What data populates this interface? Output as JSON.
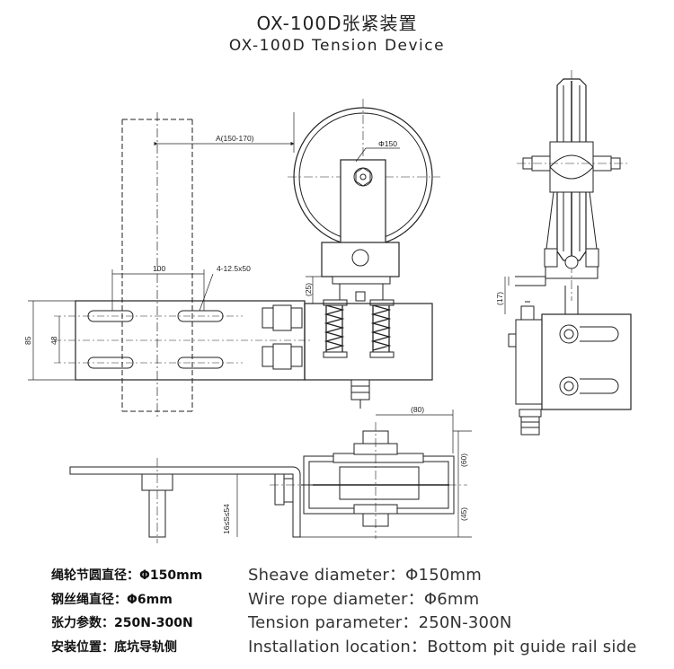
{
  "title": {
    "cn": "OX-100D张紧装置",
    "en": "OX-100D Tension Device"
  },
  "dimensions": {
    "a_range": "A(150-170)",
    "sheave_dia": "Φ150",
    "slot": "4-12.5x50",
    "hundred": "100",
    "h25": "(25)",
    "h85": "85",
    "h48": "48",
    "h17": "(17)",
    "w80": "(80)",
    "h60": "(60)",
    "h45": "(45)",
    "s_range": "16≤S≤54"
  },
  "specs": [
    {
      "cn": "绳轮节圆直径：Φ150mm",
      "en": "Sheave diameter：Φ150mm"
    },
    {
      "cn": "钢丝绳直径：Φ6mm",
      "en": "Wire rope diameter：Φ6mm"
    },
    {
      "cn": "张力参数：250N-300N",
      "en": "Tension parameter：250N-300N"
    },
    {
      "cn": "安装位置：底坑导轨侧",
      "en": "Installation location：Bottom pit guide rail side"
    }
  ]
}
